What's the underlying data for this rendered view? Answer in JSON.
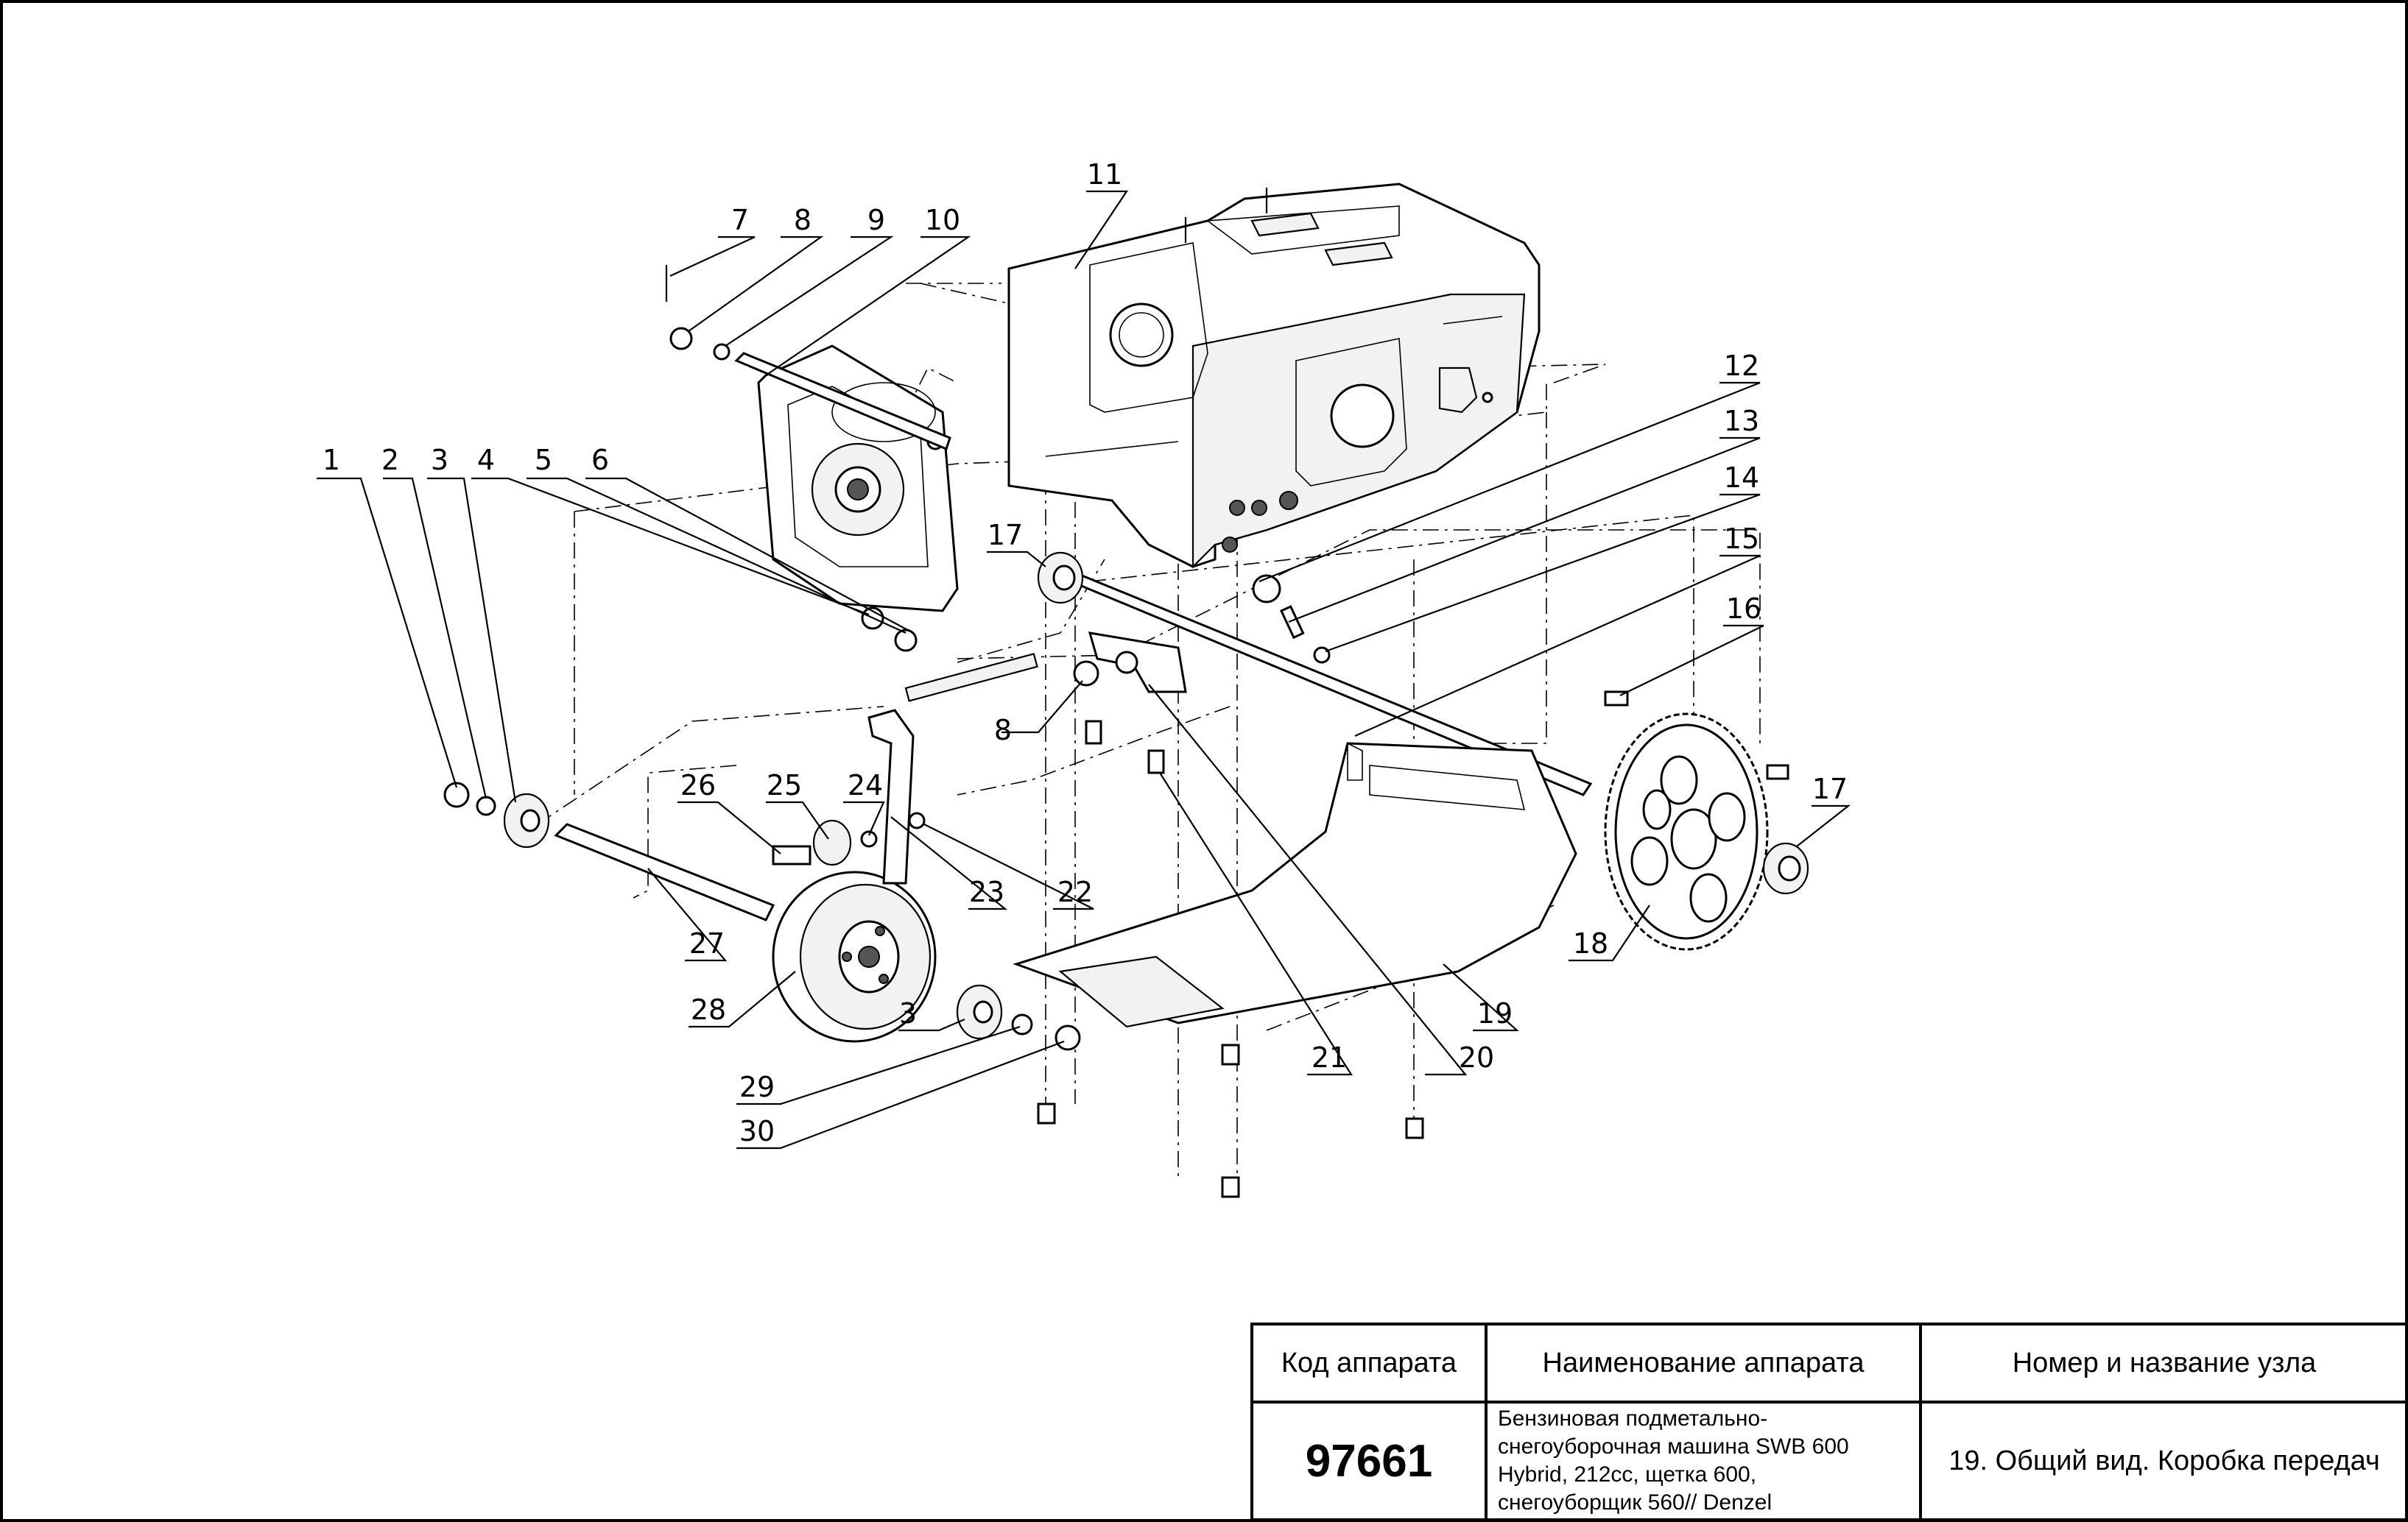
{
  "callouts": [
    "1",
    "2",
    "3",
    "4",
    "5",
    "6",
    "7",
    "8",
    "9",
    "10",
    "11",
    "12",
    "13",
    "14",
    "15",
    "16",
    "17",
    "18",
    "19",
    "20",
    "21",
    "22",
    "23",
    "24",
    "25",
    "26",
    "27",
    "28",
    "3",
    "29",
    "30",
    "8",
    "17"
  ],
  "title_block": {
    "header_code": "Код аппарата",
    "header_name": "Наименование аппарата",
    "header_node": "Номер и название узла",
    "code": "97661",
    "name_lines": [
      "Бензиновая подметально-",
      "снегоуборочная машина SWB 600",
      "Hybrid, 212cc, щетка 600,",
      "снегоуборщик 560// Denzel"
    ],
    "node": "19. Общий вид. Коробка передач"
  }
}
